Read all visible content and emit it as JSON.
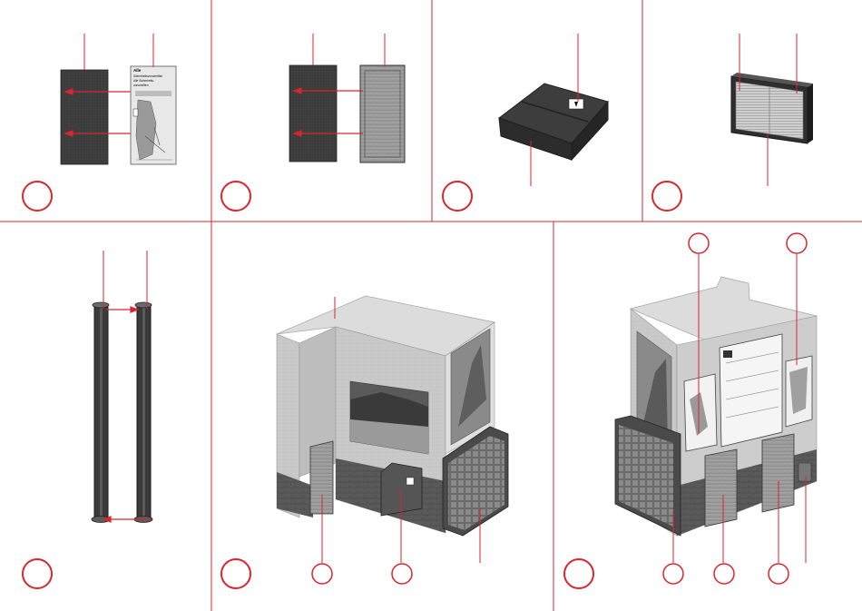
{
  "colors": {
    "accent": "#d7262e",
    "dark_panel": "#3a3a3a",
    "wall_light": "#cfcfcf",
    "wall_mid": "#b9b9b9",
    "wall_dark": "#8f8f8f",
    "brick": "#555555"
  },
  "panels": [
    {
      "id": "step-1",
      "content": "dark board with poster"
    },
    {
      "id": "step-2",
      "content": "dark board with wooden door"
    },
    {
      "id": "step-3",
      "content": "electric box with lid"
    },
    {
      "id": "step-4",
      "content": "ventilation grille frame"
    },
    {
      "id": "step-5",
      "content": "two columns"
    },
    {
      "id": "step-6",
      "content": "building front assembly"
    },
    {
      "id": "step-7",
      "content": "building rear assembly"
    }
  ],
  "poster": {
    "line1": "Alle",
    "line2": "Sicherheitsvorschriften",
    "line3": "Alle Sicherheits-",
    "line4": "vorschriften"
  },
  "icons": [
    "number-circle-icon",
    "arrow-icon",
    "leader-line-icon"
  ]
}
